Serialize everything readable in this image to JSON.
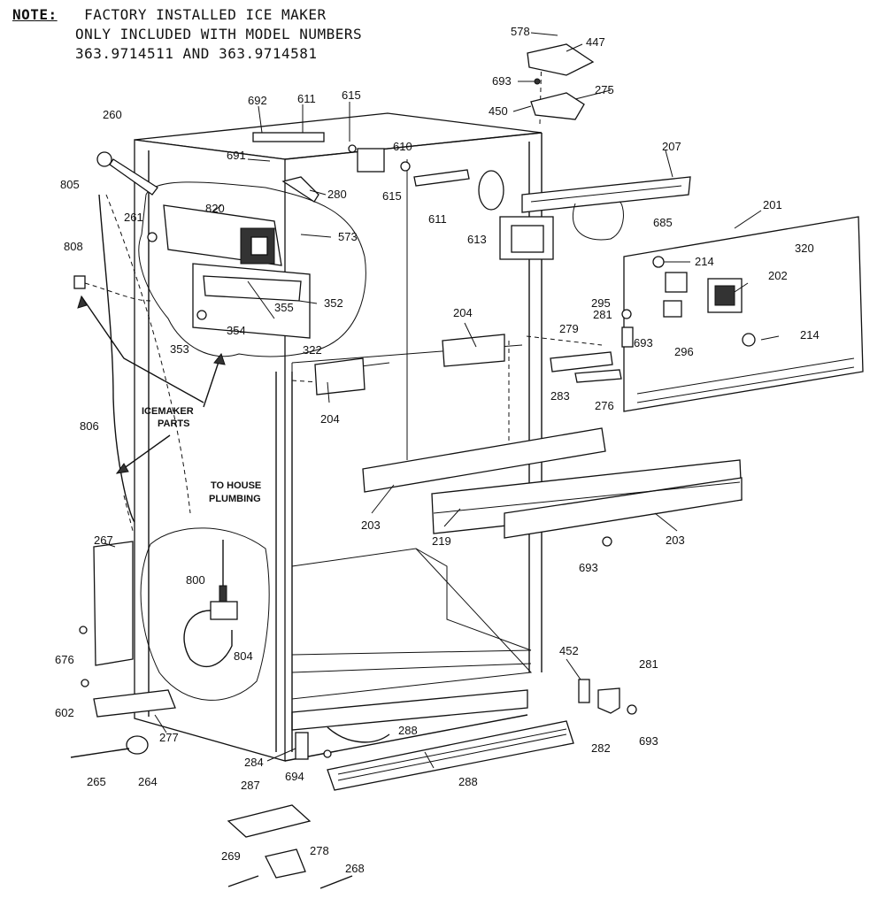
{
  "note": {
    "heading": "NOTE:",
    "line1": "FACTORY INSTALLED ICE MAKER",
    "line2": "ONLY INCLUDED WITH MODEL NUMBERS",
    "line3": "363.9714511 AND 363.9714581"
  },
  "callouts": {
    "icemaker_line1": "ICEMAKER",
    "icemaker_line2": "PARTS",
    "house_line1": "TO HOUSE",
    "house_line2": "PLUMBING"
  },
  "labels": {
    "p578": "578",
    "p447": "447",
    "p693a": "693",
    "p275": "275",
    "p450": "450",
    "p692": "692",
    "p611a": "611",
    "p615a": "615",
    "p610": "610",
    "p691": "691",
    "p280": "280",
    "p615b": "615",
    "p611b": "611",
    "p613": "613",
    "p207": "207",
    "p685": "685",
    "p201": "201",
    "p320": "320",
    "p214a": "214",
    "p202": "202",
    "p260": "260",
    "p805": "805",
    "p261": "261",
    "p820": "820",
    "p573": "573",
    "p808": "808",
    "p355": "355",
    "p352": "352",
    "p353": "353",
    "p354": "354",
    "p322": "322",
    "p204a": "204",
    "p204b": "204",
    "p295": "295",
    "p281a": "281",
    "p279": "279",
    "p693b": "693",
    "p296": "296",
    "p214b": "214",
    "p283": "283",
    "p276": "276",
    "p806": "806",
    "p203a": "203",
    "p219": "219",
    "p203b": "203",
    "p693c": "693",
    "p267": "267",
    "p800": "800",
    "p804": "804",
    "p676": "676",
    "p602": "602",
    "p277": "277",
    "p452": "452",
    "p281b": "281",
    "p282": "282",
    "p693d": "693",
    "p288a": "288",
    "p288b": "288",
    "p284": "284",
    "p694": "694",
    "p265": "265",
    "p264": "264",
    "p287": "287",
    "p269": "269",
    "p278": "278",
    "p268": "268"
  }
}
